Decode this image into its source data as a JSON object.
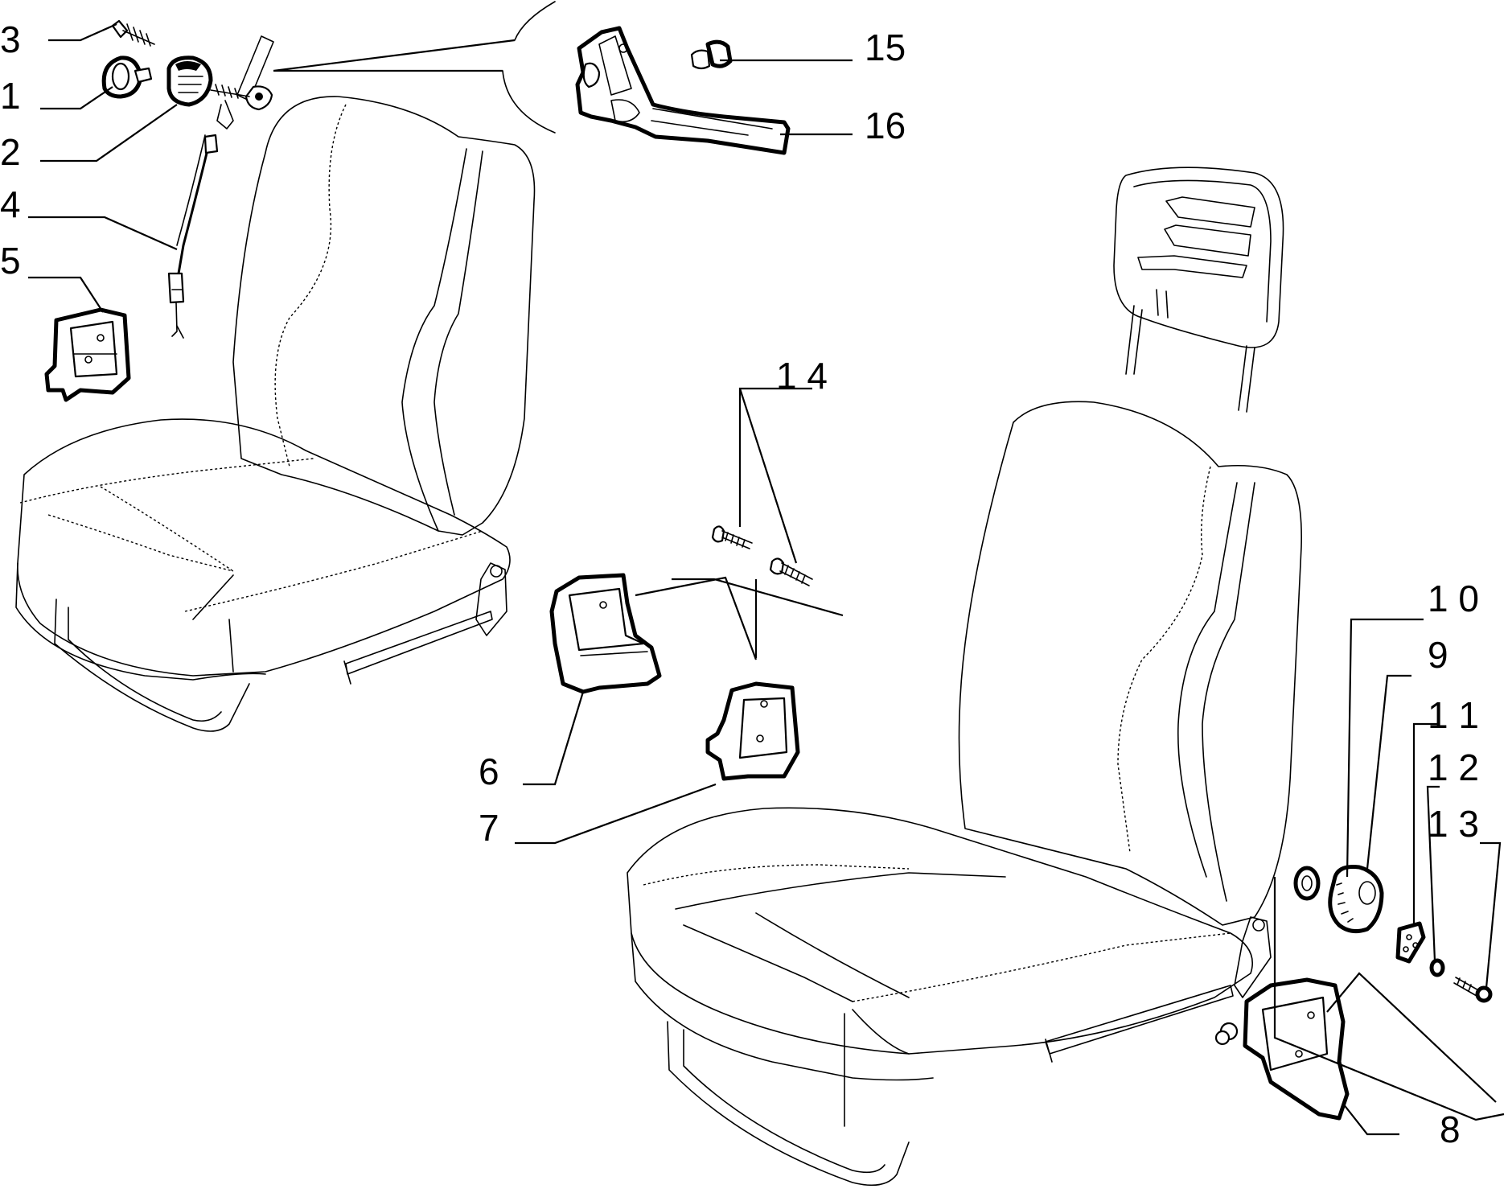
{
  "callouts": [
    {
      "id": "c1",
      "text": "1"
    },
    {
      "id": "c2",
      "text": "2"
    },
    {
      "id": "c3",
      "text": "3"
    },
    {
      "id": "c4",
      "text": "4"
    },
    {
      "id": "c5",
      "text": "5"
    },
    {
      "id": "c6",
      "text": "6"
    },
    {
      "id": "c7",
      "text": "7"
    },
    {
      "id": "c8",
      "text": "8"
    },
    {
      "id": "c9",
      "text": "9"
    },
    {
      "id": "c10",
      "text": "1 0"
    },
    {
      "id": "c11",
      "text": "1 1"
    },
    {
      "id": "c12",
      "text": "1 2"
    },
    {
      "id": "c13",
      "text": "1 3"
    },
    {
      "id": "c14",
      "text": "1 4"
    },
    {
      "id": "c15",
      "text": "15"
    },
    {
      "id": "c16",
      "text": "16"
    }
  ]
}
